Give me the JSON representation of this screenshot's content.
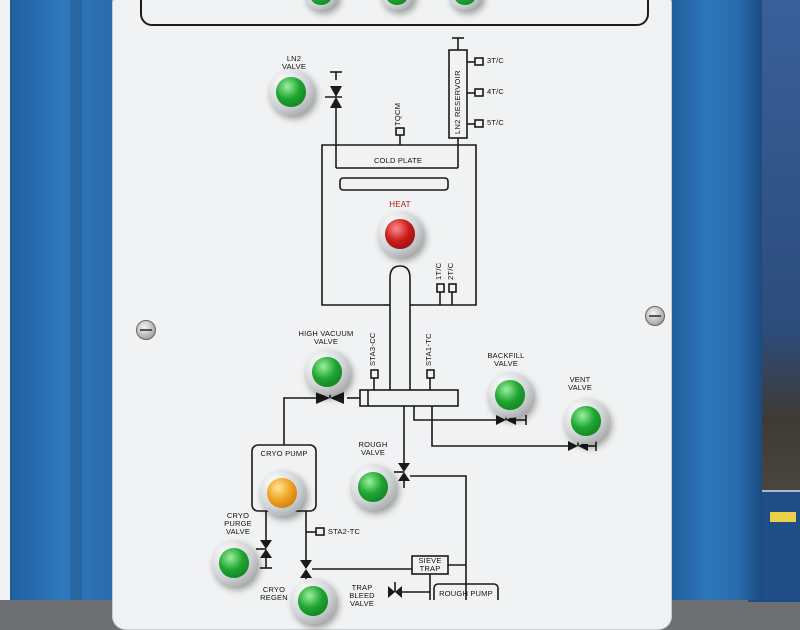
{
  "labels": {
    "ln2_valve": "LN2\nVALVE",
    "tqcm": "TQCM",
    "ln2_reservoir": "LN2 RESERVOIR",
    "t3": "3T/C",
    "t4": "4T/C",
    "t5": "5T/C",
    "cold_plate": "COLD PLATE",
    "heat": "HEAT",
    "t1": "1T/C",
    "t2": "2T/C",
    "high_vacuum_valve": "HIGH VACUUM\nVALVE",
    "sta3": "STA3-CC",
    "sta1": "STA1-TC",
    "backfill_valve": "BACKFILL\nVALVE",
    "vent_valve": "VENT\nVALVE",
    "cryo_pump": "CRYO PUMP",
    "rough_valve": "ROUGH\nVALVE",
    "cryo_purge_valve": "CRYO\nPURGE\nVALVE",
    "sta2": "STA2-TC",
    "sieve_trap": "SIEVE\nTRAP",
    "cryo_regen": "CRYO\nREGEN",
    "trap_bleed_valve": "TRAP\nBLEED\nVALVE",
    "rough_pump": "ROUGH PUMP"
  },
  "colors": {
    "indicator_green": "#1fa531",
    "indicator_red": "#c91d1d",
    "indicator_amber": "#f0a322",
    "frame_blue": "#2a6cae"
  }
}
